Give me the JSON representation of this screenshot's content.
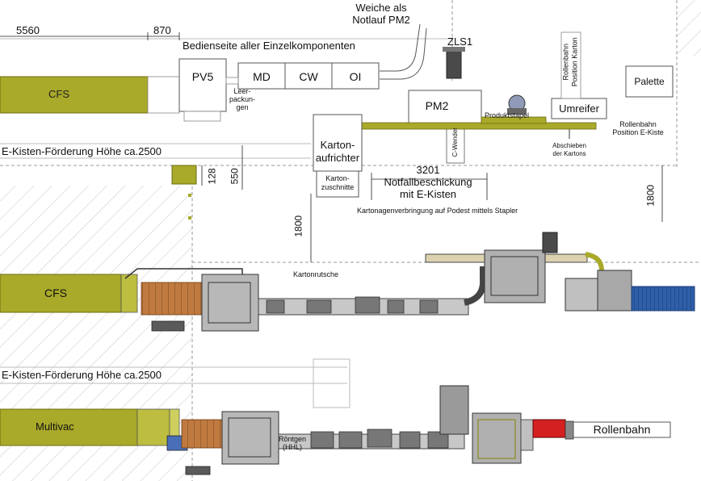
{
  "colors": {
    "olive": "#a9a92a",
    "olive_dark": "#8c8c1e",
    "machine_gray": "#9a9a9a",
    "machine_dark": "#5a5a5a",
    "brown_conveyor": "#b5703a",
    "blue_stack": "#2f5fa8",
    "red_unit": "#d42020",
    "hatch": "#d5d5d5"
  },
  "top_layout": {
    "dim_5560": "5560",
    "dim_870": "870",
    "operator_side": "Bedienseite aller Einzelkomponenten",
    "emergency_title_1": "Weiche als",
    "emergency_title_2": "Notlauf PM2",
    "cfs": "CFS",
    "pv5": "PV5",
    "md": "MD",
    "cw": "CW",
    "oi": "OI",
    "empty_pack_1": "Leer-",
    "empty_pack_2": "packun-",
    "empty_pack_3": "gen",
    "zls1": "ZLS1",
    "pm2": "PM2",
    "product_stack": "Produktstapel",
    "umreifer": "Umreifer",
    "roller_carton_1": "Rollenbahn",
    "roller_carton_2": "Position Karton",
    "palette": "Palette",
    "roller_ekiste_1": "Rollenbahn",
    "roller_ekiste_2": "Position E-Kiste",
    "ekisten_conveyor": "E-Kisten-Förderung Höhe ca.2500",
    "erector_1": "Karton-",
    "erector_2": "aufrichter",
    "blanks_1": "Karton-",
    "blanks_2": "zuschnitte",
    "c_turner": "C-Wender",
    "push_off_1": "Abschieben",
    "push_off_2": "der Kartons",
    "dim_3201": "3201",
    "emergency_feed_1": "Notfallbeschickung",
    "emergency_feed_2": "mit E-Kisten",
    "dim_128": "128",
    "dim_550": "550",
    "dim_1800_right": "1800",
    "carton_supply": "Kartonagenverbringung auf  Podest mittels Stapler"
  },
  "middle_layout": {
    "dim_1800": "1800",
    "cfs": "CFS",
    "carton_chute": "Kartonrutsche"
  },
  "bottom_layout": {
    "ekisten_conveyor": "E-Kisten-Förderung Höhe ca.2500",
    "multivac": "Multivac",
    "xray_1": "Röntgen",
    "xray_2": "(HHL)",
    "roller_conveyor": "Rollenbahn"
  }
}
